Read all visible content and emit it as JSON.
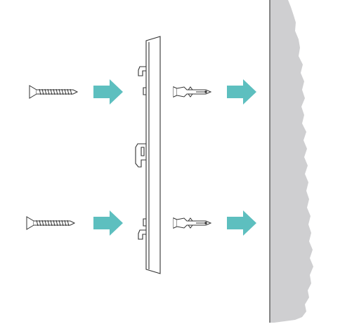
{
  "colors": {
    "arrow": "#5dbfbf",
    "wall": "#cfcfd1",
    "outline": "#333333",
    "background": "#ffffff"
  },
  "figure": {
    "elements": [
      "screw",
      "arrow",
      "mounting-plate",
      "wall-anchor",
      "arrow",
      "wall"
    ],
    "screw_count": 2,
    "anchor_count": 2,
    "arrow_count": 4
  }
}
